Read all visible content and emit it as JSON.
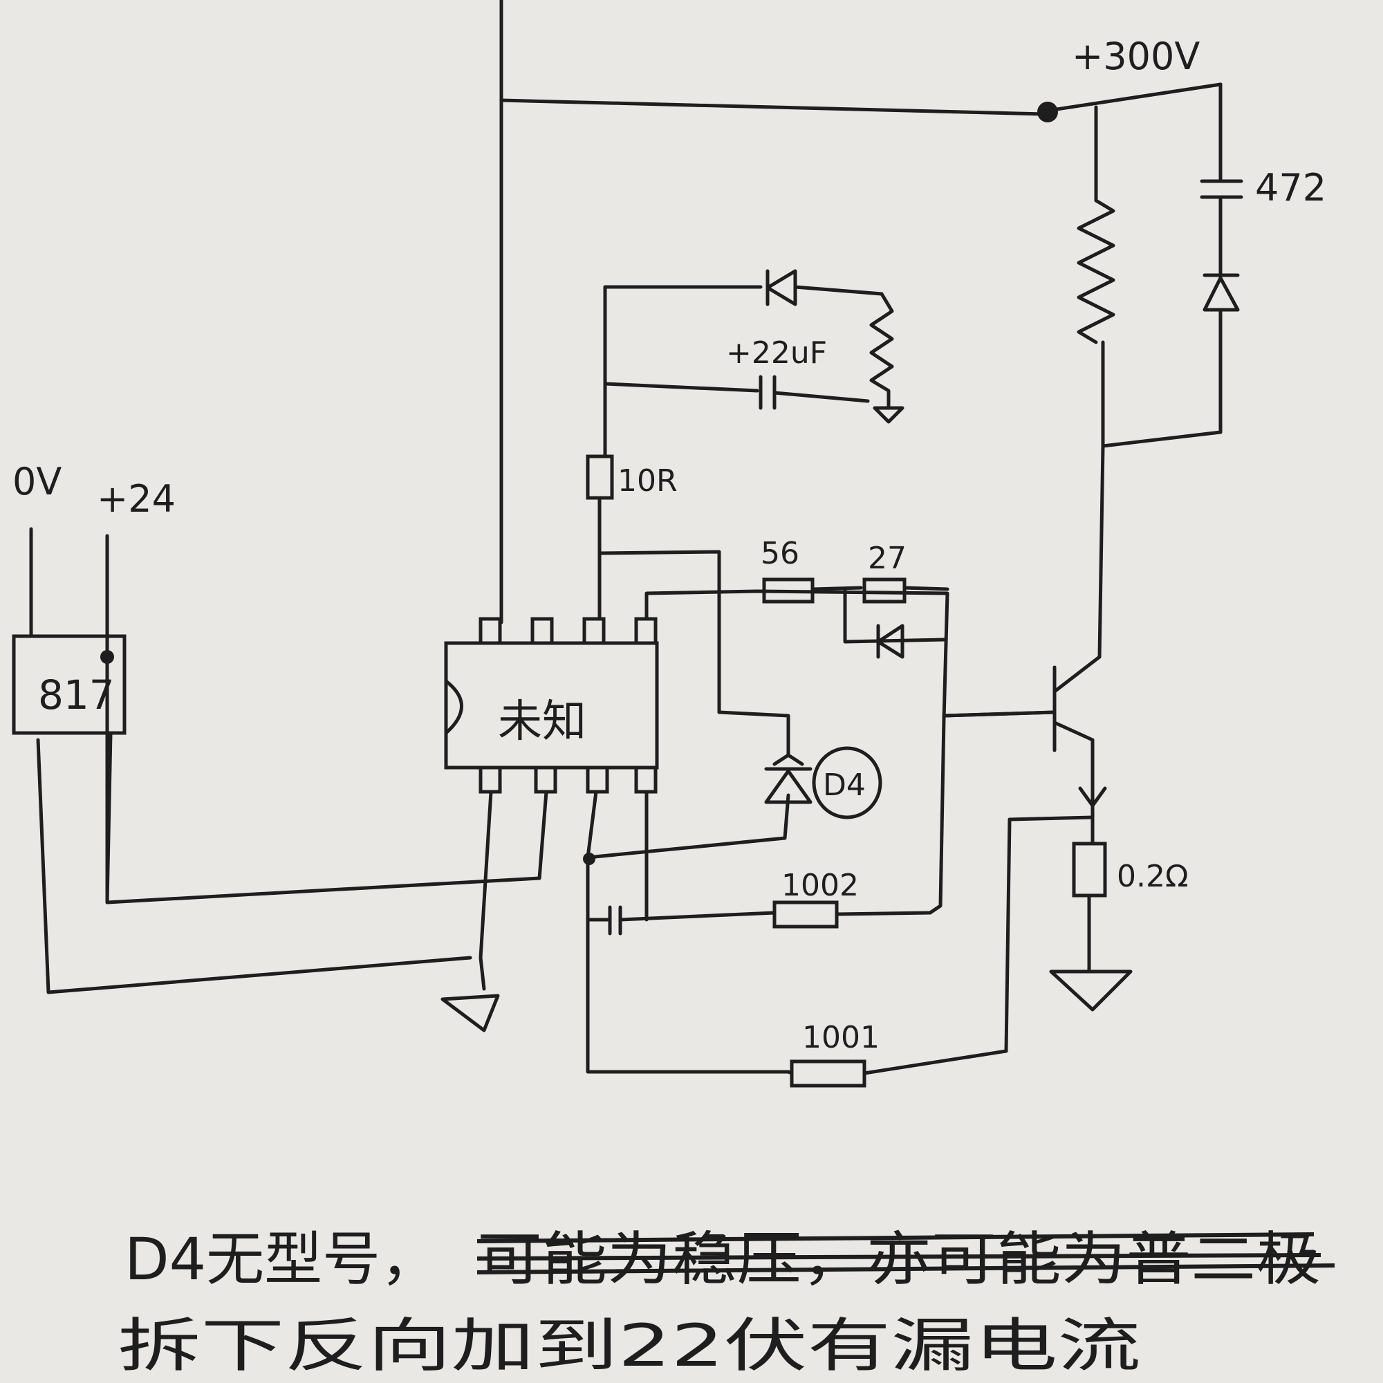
{
  "labels": {
    "supply_300v": "+300V",
    "cap_472": "472",
    "cap_22uf": "+22uF",
    "res_10r": "10R",
    "res_56": "56",
    "res_27": "27",
    "diode_d4": "D4",
    "res_0_2r": "0.2Ω",
    "res_1002": "1002",
    "res_1001": "1001",
    "ic_label": "未知",
    "opto_label": "817",
    "rail_0v": "0V",
    "rail_24v": "+24"
  },
  "notes": {
    "line1_kept": "D4无型号，",
    "line1_struck": "可能为稳压，亦可能为普二极",
    "line2": "拆下反向加到22伏有漏电流"
  }
}
